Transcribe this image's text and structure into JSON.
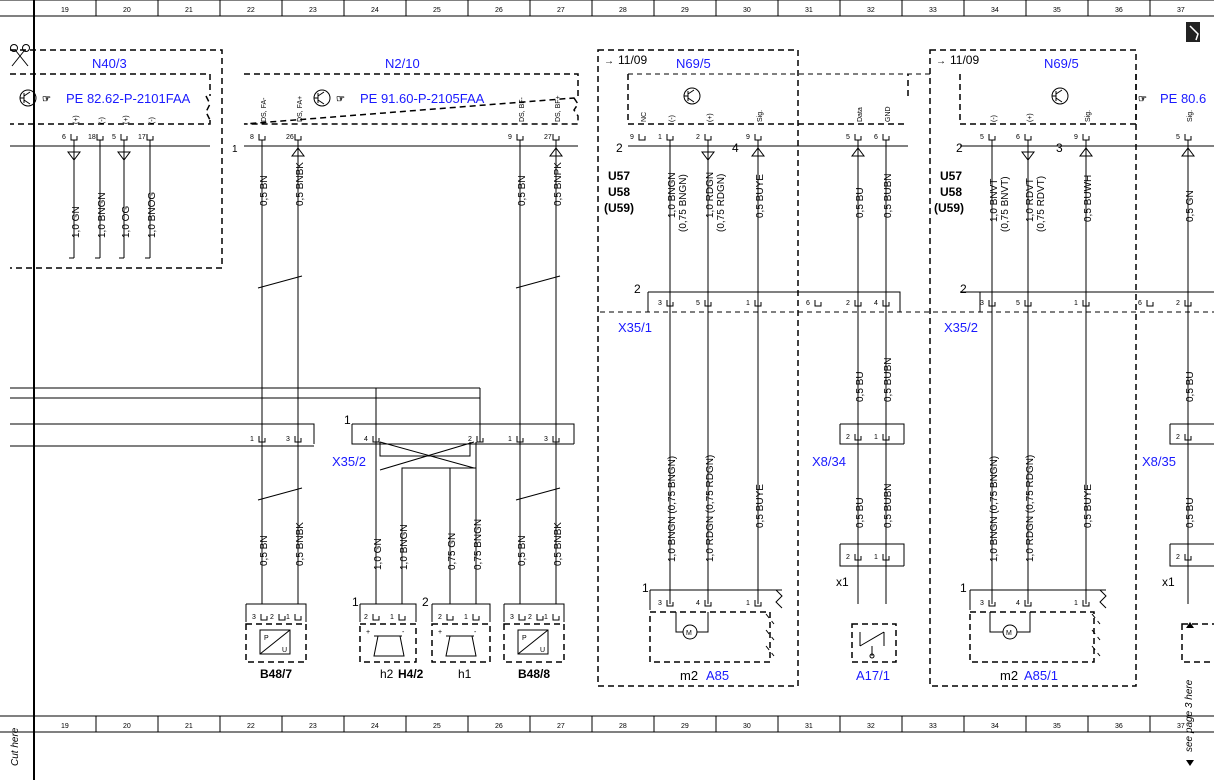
{
  "ruler": {
    "columns": [
      "19",
      "20",
      "21",
      "22",
      "23",
      "24",
      "25",
      "26",
      "27",
      "28",
      "29",
      "30",
      "31",
      "32",
      "33",
      "34",
      "35",
      "36",
      "37"
    ]
  },
  "side_labels": {
    "cut_here": "Cut here",
    "next_page": "see page 3 here"
  },
  "components": {
    "N40_3": {
      "name": "N40/3",
      "ref": "PE 82.62-P-2101FAA"
    },
    "N2_10": {
      "name": "N2/10",
      "ref": "PE 91.60-P-2105FAA",
      "section": "1"
    },
    "N69_5_a": {
      "name": "N69/5",
      "arrow": "11/09",
      "sec": "2",
      "sec2": "4",
      "u1": "U57",
      "u2": "U58",
      "u3": "(U59)"
    },
    "N69_5_b": {
      "name": "N69/5",
      "arrow": "11/09",
      "ref_cut": "PE 80.6",
      "sec": "2",
      "sec2": "3",
      "u1": "U57",
      "u2": "U58",
      "u3": "(U59)"
    },
    "X35_1": {
      "name": "X35/1",
      "sec": "2"
    },
    "X35_2_right": {
      "name": "X35/2",
      "sec": "2"
    },
    "X35_2_left": {
      "name": "X35/2",
      "sec": "1"
    },
    "X8_34": {
      "name": "X8/34"
    },
    "X8_35": {
      "name": "X8/35"
    },
    "x1_a": {
      "name": "x1"
    },
    "x1_b": {
      "name": "x1"
    },
    "B48_7": {
      "name": "B48/7"
    },
    "B48_8": {
      "name": "B48/8"
    },
    "H4_2": {
      "name": "H4/2",
      "h2": "h2",
      "h1": "h1",
      "sec1": "1",
      "sec2": "2"
    },
    "A85": {
      "name": "A85",
      "m": "m2",
      "sec": "1"
    },
    "A85_1": {
      "name": "A85/1",
      "m": "m2",
      "sec": "1"
    },
    "A17_1": {
      "name": "A17/1"
    }
  },
  "pins": {
    "n40": [
      {
        "sig": "(+)",
        "pin": "6",
        "wire": "1,0 GN"
      },
      {
        "sig": "(-)",
        "pin": "18",
        "wire": "1,0 BNGN"
      },
      {
        "sig": "(+)",
        "pin": "5",
        "wire": "1,0 OG"
      },
      {
        "sig": "(-)",
        "pin": "17",
        "wire": "1,0 BNOG"
      }
    ],
    "n2": [
      {
        "sig": "DS, FA-",
        "pin": "8",
        "wire": "0,5 BN"
      },
      {
        "sig": "DS, FA+",
        "pin": "26",
        "wire": "0,5 BNBK"
      },
      {
        "sig": "DS, BF-",
        "pin": "9",
        "wire": "0,5 BN"
      },
      {
        "sig": "DS, BF+",
        "pin": "27",
        "wire": "0,5 BNPK"
      }
    ],
    "n69a": [
      {
        "sig": "NC",
        "pin": "9",
        "wire": ""
      },
      {
        "sig": "(-)",
        "pin": "1",
        "wire": "1,0 BNGN",
        "wire2": "(0,75 BNGN)"
      },
      {
        "sig": "(+)",
        "pin": "2",
        "wire": "1,0 RDGN",
        "wire2": "(0,75 RDGN)"
      },
      {
        "sig": "Sig.",
        "pin": "9",
        "wire": "0,5 BUYE"
      },
      {
        "sig": "Data",
        "pin": "5",
        "wire": "0,5 BU"
      },
      {
        "sig": "GND",
        "pin": "6",
        "wire": "0,5 BUBN"
      }
    ],
    "n69b": [
      {
        "sig": "(-)",
        "pin": "5",
        "wire": "1,0 BNVT",
        "wire2": "(0,75 BNVT)"
      },
      {
        "sig": "(+)",
        "pin": "6",
        "wire": "1,0 RDVT",
        "wire2": "(0,75 RDVT)"
      },
      {
        "sig": "Sig.",
        "pin": "9",
        "wire": "0,5 BUWH"
      },
      {
        "sig": "Sig.",
        "pin": "5",
        "wire": "0,5 GN"
      }
    ],
    "x351": [
      "3",
      "5",
      "1",
      "6",
      "2",
      "4"
    ],
    "x352r": [
      "3",
      "5",
      "1",
      "6",
      "2"
    ],
    "x352l": [
      "4",
      "2"
    ],
    "x35left": [
      "1",
      "3"
    ],
    "x35right": [
      "1",
      "3"
    ],
    "x834": [
      "2",
      "1"
    ],
    "x835": [
      "2"
    ],
    "x1a": [
      "2",
      "1"
    ],
    "x1b": [
      "2"
    ],
    "b487": [
      "3",
      "2",
      "1"
    ],
    "b488": [
      "3",
      "2",
      "1"
    ],
    "h2": [
      "2",
      "1"
    ],
    "h1": [
      "2",
      "1"
    ],
    "a85": [
      "3",
      "4",
      "1"
    ],
    "a851": [
      "3",
      "4",
      "1"
    ]
  },
  "wires": {
    "mid_bn": "0,5 BN",
    "mid_bnbk": "0,5 BNBK",
    "mid_bn2": "0,5 BN",
    "mid_bnpk": "0,5 BNBK",
    "h_gn": "1,0 GN",
    "h_bngn": "1,0 BNGN",
    "h_075gn": "0,75 GN",
    "h_075bngn": "0,75 BNGN",
    "a85_bngn": "1,0 BNGN (0,75 BNGN)",
    "a85_rdgn": "1,0 RDGN (0,75 RDGN)",
    "a85_buye": "0,5 BUYE",
    "x8_bu": "0,5 BU",
    "x8_bubn": "0,5 BUBN",
    "a851_bngn": "1,0 BNGN (0,75 BNGN)",
    "a851_rdgn": "1,0 RDGN (0,75 RDGN)",
    "a851_buye": "0,5 BUYE",
    "right_bu": "0,5 BU"
  },
  "colors": {
    "label_blue": "#1a1aff",
    "line": "#000000"
  }
}
